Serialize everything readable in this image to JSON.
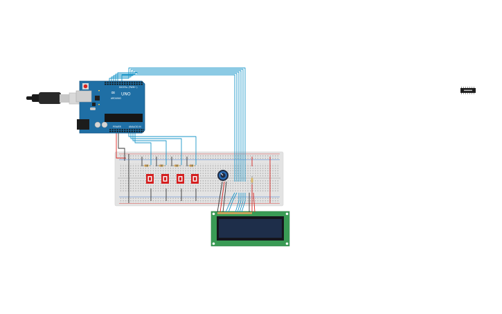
{
  "arduino": {
    "logo_text": "∞",
    "model": "UNO",
    "brand": "ARDUINO",
    "digital_label": "DIGITAL (PWM~)",
    "power_label": "POWER",
    "analog_label": "ANALOG IN",
    "board_color": "#1f6fa5"
  },
  "colors": {
    "wire_blue": "#1a96c8",
    "wire_red": "#d9221e",
    "wire_black": "#333333",
    "breadboard": "#e3e3e3",
    "button_red": "#d51e1e",
    "lcd_pcb": "#3a9b55",
    "lcd_screen": "#1e2e4a"
  },
  "icons": {
    "usb": "usb-plug-icon",
    "power_jack": "barrel-jack-icon",
    "potentiometer": "potentiometer-knob-icon"
  }
}
